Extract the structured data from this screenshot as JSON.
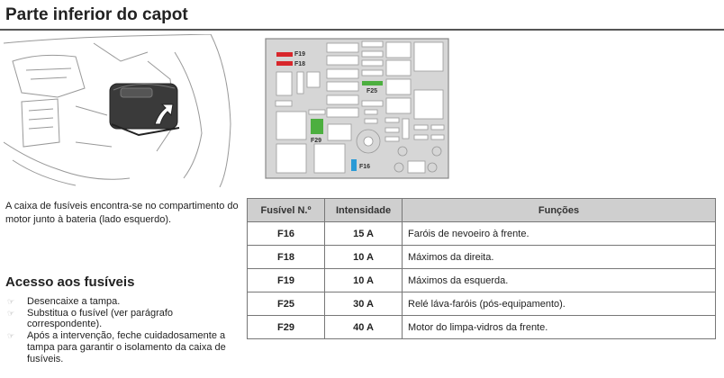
{
  "title": "Parte inferior do capot",
  "intro": "A caixa de fusíveis encontra-se no compartimento do motor junto à bateria (lado esquerdo).",
  "access": {
    "heading": "Acesso aos fusíveis",
    "steps": [
      "Desencaixe a tampa.",
      "Substitua o fusível (ver parágrafo correspondente).",
      "Após a intervenção, feche cuidadosamente a tampa para garantir o isolamento da caixa de fusíveis."
    ]
  },
  "diagram": {
    "labels": {
      "f19": "F19",
      "f18": "F18",
      "f25": "F25",
      "f29": "F29",
      "f16": "F16"
    },
    "colors": {
      "red": "#d8262b",
      "green": "#4caf3f",
      "blue": "#2a9ad6"
    }
  },
  "table": {
    "headers": [
      "Fusível N.º",
      "Intensidade",
      "Funções"
    ],
    "rows": [
      {
        "fuse": "F16",
        "amps": "15 A",
        "function": "Faróis de nevoeiro à frente."
      },
      {
        "fuse": "F18",
        "amps": "10 A",
        "function": "Máximos da direita."
      },
      {
        "fuse": "F19",
        "amps": "10 A",
        "function": "Máximos da esquerda."
      },
      {
        "fuse": "F25",
        "amps": "30 A",
        "function": "Relé láva-faróis (pós-equipamento)."
      },
      {
        "fuse": "F29",
        "amps": "40 A",
        "function": "Motor do limpa-vidros da frente."
      }
    ]
  }
}
